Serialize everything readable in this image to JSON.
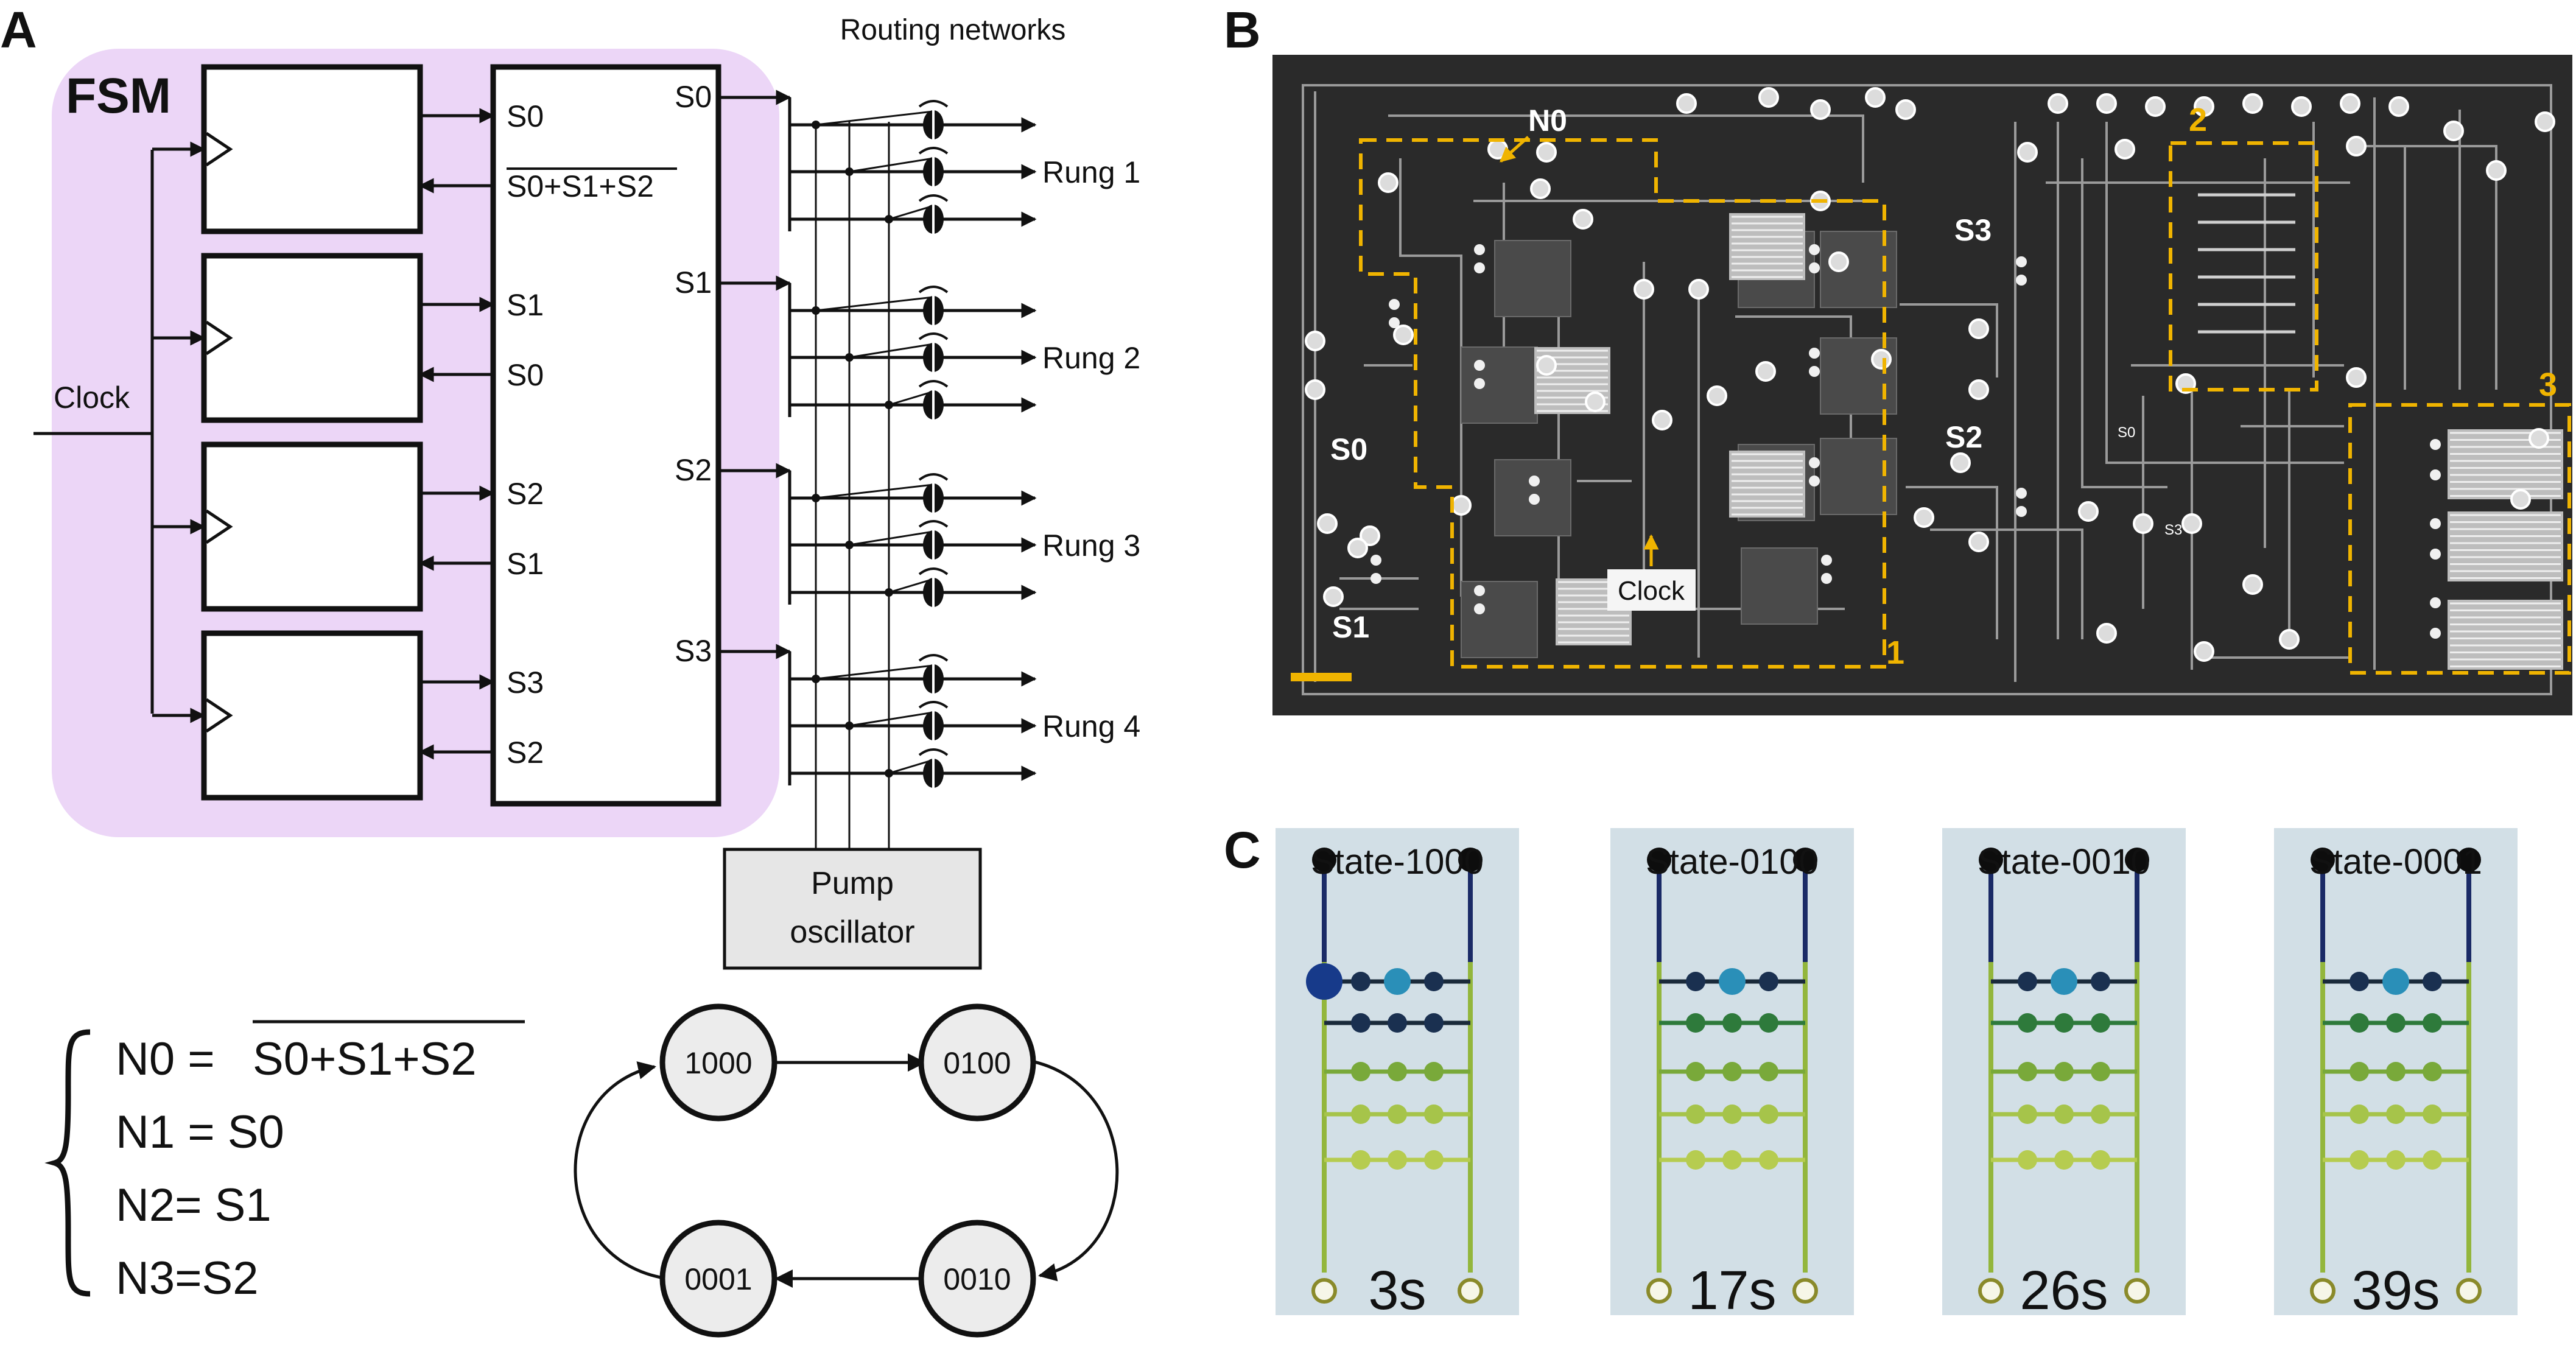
{
  "panel_a": {
    "letter": "A",
    "fsm_label": "FSM",
    "clock_label": "Clock",
    "routing_label": "Routing networks",
    "flipflop_outputs": [
      "S0",
      "S1",
      "S2",
      "S3"
    ],
    "flipflop_inputs": [
      "S0+S1+S2",
      "S0",
      "S1",
      "S2"
    ],
    "logic_outputs": [
      "S0",
      "S1",
      "S2",
      "S3"
    ],
    "rungs": [
      "Rung 1",
      "Rung 2",
      "Rung 3",
      "Rung 4"
    ],
    "pump_line1": "Pump",
    "pump_line2": "oscillator",
    "equations": [
      "N0 = ",
      "S0+S1+S2",
      "N1 = S0",
      "N2= S1",
      "N3=S2"
    ],
    "states": [
      "1000",
      "0100",
      "0010",
      "0001"
    ]
  },
  "panel_b": {
    "letter": "B",
    "labels": [
      "N0",
      "S3",
      "S0",
      "S2",
      "S1",
      "Clock",
      "1",
      "2",
      "3",
      "S0",
      "S3"
    ]
  },
  "panel_c": {
    "letter": "C",
    "titles": [
      "State-1000",
      "State-0100",
      "State-0010",
      "State-0001"
    ],
    "times": [
      "3s",
      "17s",
      "26s",
      "39s"
    ]
  },
  "colors": {
    "fsm_bg": "#ecd6f7",
    "accent": "#f0b400",
    "chip_bg": "#2c2c2c",
    "pump_bg": "#e6e6e6"
  }
}
